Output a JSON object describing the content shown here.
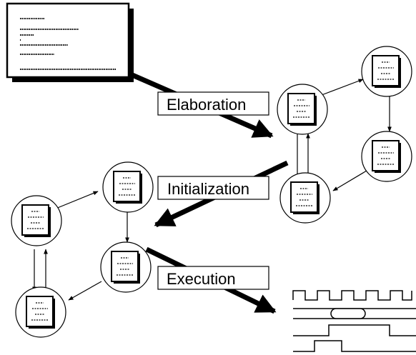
{
  "diagram": {
    "stages": [
      {
        "label": "Elaboration"
      },
      {
        "label": "Initialization"
      },
      {
        "label": "Execution"
      }
    ]
  },
  "colors": {
    "ink": "#000000",
    "paper": "#ffffff"
  },
  "icons": {
    "source_code": "document-icon",
    "process_node": "process-node-icon",
    "waveform": "timing-waveform-icon"
  }
}
